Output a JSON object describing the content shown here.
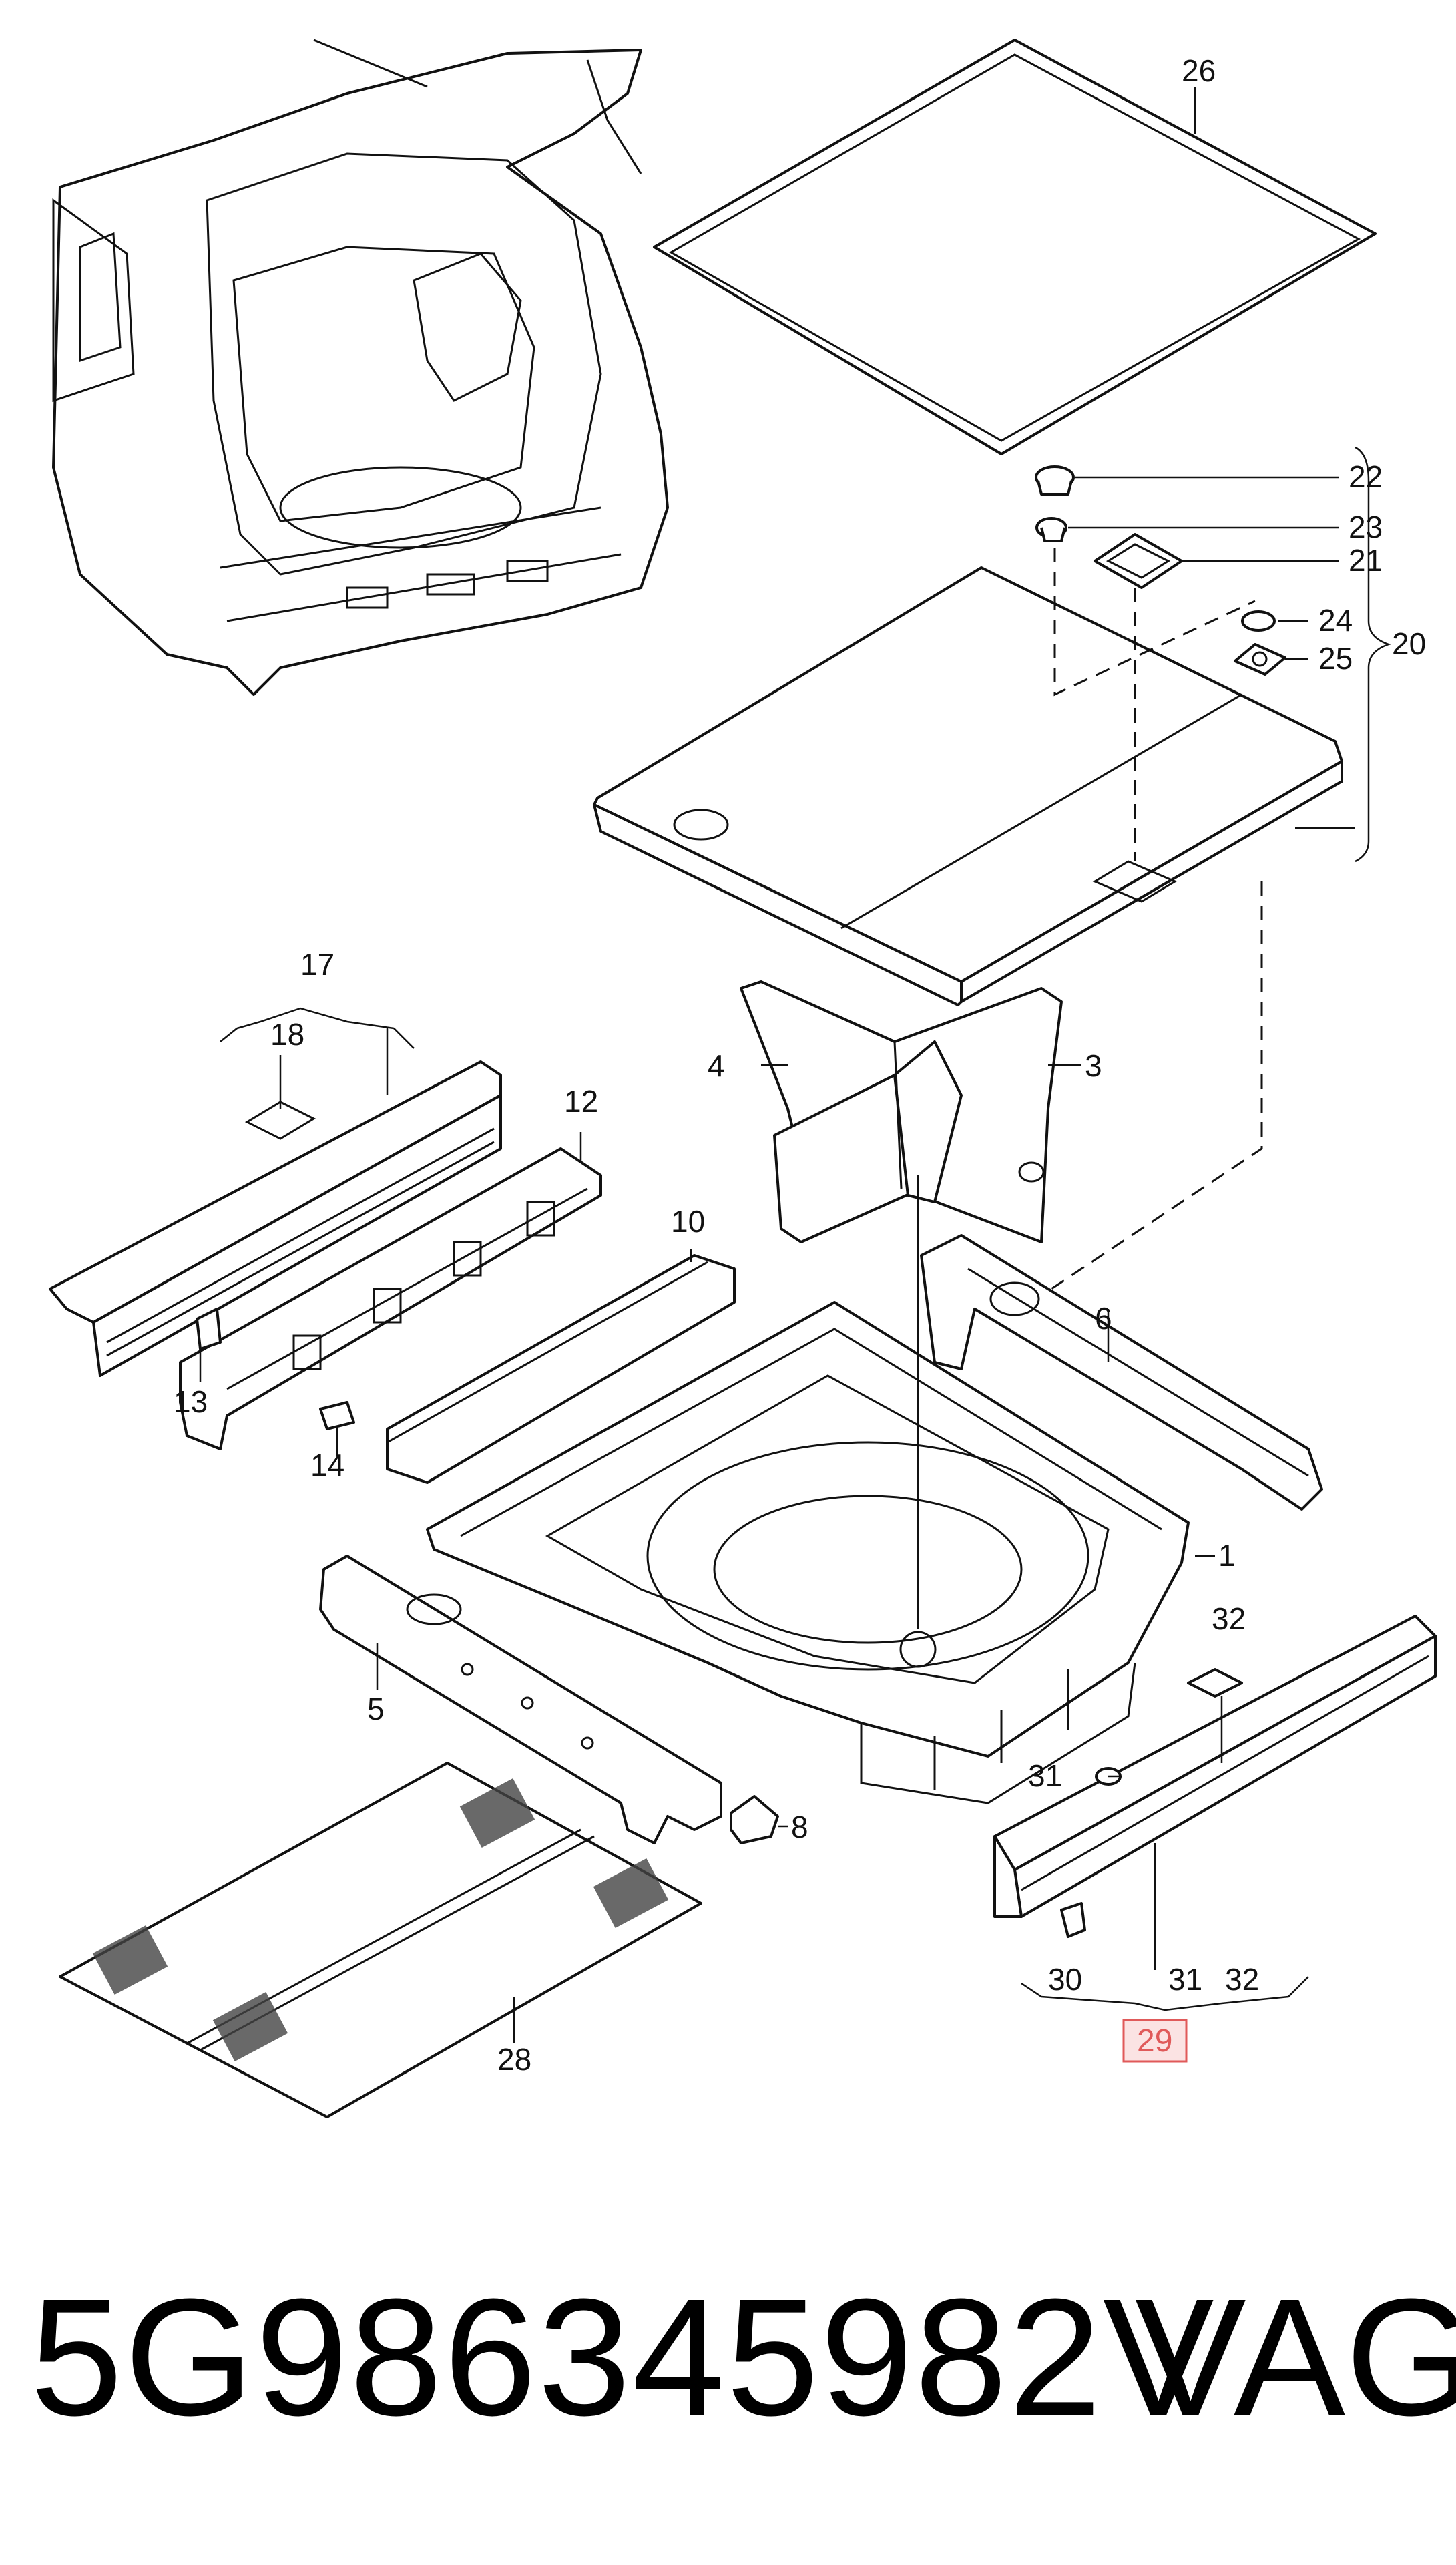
{
  "diagram": {
    "labels": {
      "p1": "1",
      "p3": "3",
      "p4": "4",
      "p5": "5",
      "p6": "6",
      "p8": "8",
      "p10": "10",
      "p12": "12",
      "p13": "13",
      "p14": "14",
      "p17": "17",
      "p18": "18",
      "p20": "20",
      "p21": "21",
      "p22": "22",
      "p23": "23",
      "p24": "24",
      "p25": "25",
      "p26": "26",
      "p28": "28",
      "p29": "29",
      "p30": "30",
      "p31a": "31",
      "p31b": "31",
      "p32a": "32",
      "p32b": "32"
    },
    "highlight_color": "#e05a5a"
  },
  "footer": {
    "part_number": "5G986345982V",
    "brand": "VAG"
  }
}
